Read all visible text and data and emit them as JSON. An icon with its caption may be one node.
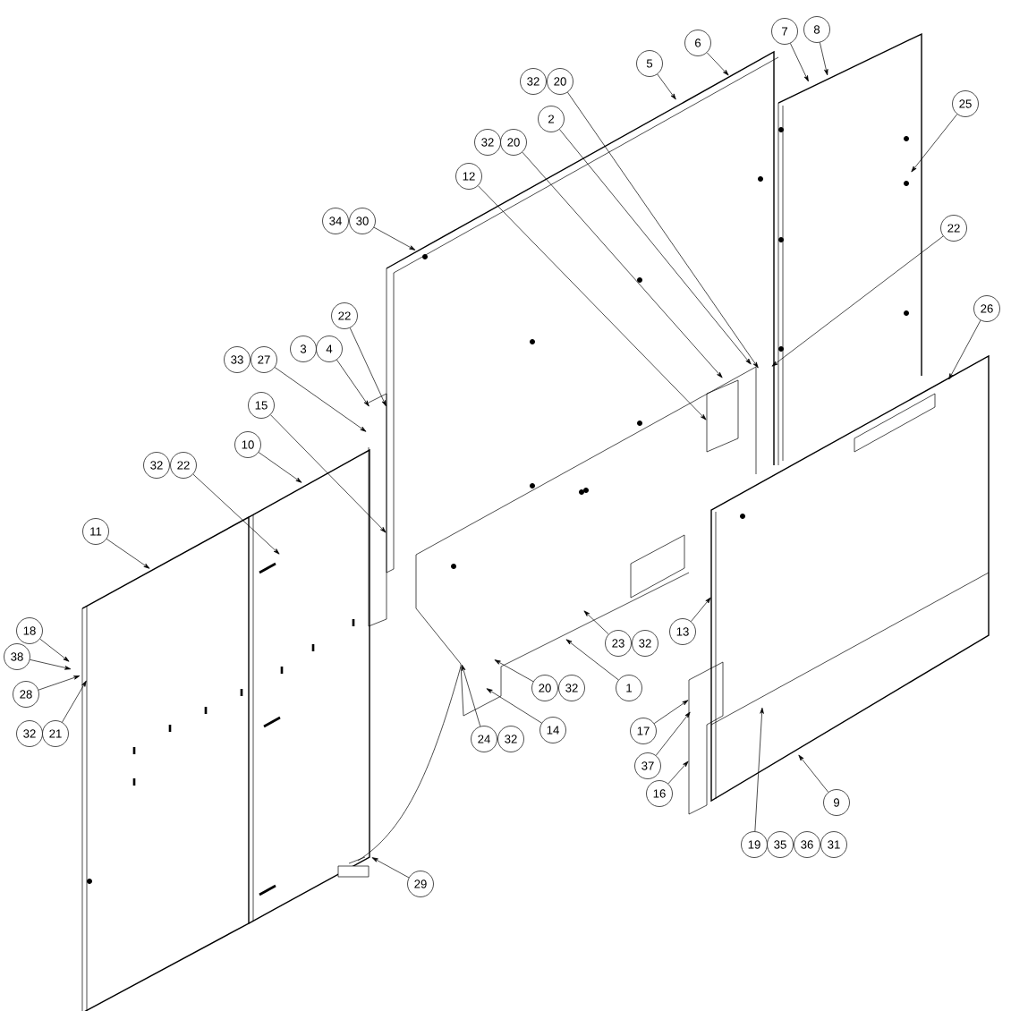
{
  "diagram": {
    "nodes": [
      {
        "text": [
          "8"
        ]
      },
      {
        "text": [
          "7"
        ]
      },
      {
        "text": [
          "6"
        ]
      },
      {
        "text": [
          "5"
        ]
      },
      {
        "text": [
          "32"
        ]
      },
      {
        "text": [
          "20"
        ]
      },
      {
        "text": [
          "25"
        ]
      },
      {
        "text": [
          "2"
        ]
      },
      {
        "text": [
          "32"
        ]
      },
      {
        "text": [
          "20"
        ]
      },
      {
        "text": [
          "12"
        ]
      },
      {
        "text": [
          "34"
        ]
      },
      {
        "text": [
          "30"
        ]
      },
      {
        "text": [
          "22"
        ]
      },
      {
        "text": [
          "26"
        ]
      },
      {
        "text": [
          "22"
        ]
      },
      {
        "text": [
          "3"
        ]
      },
      {
        "text": [
          "4"
        ]
      },
      {
        "text": [
          "33"
        ]
      },
      {
        "text": [
          "27"
        ]
      },
      {
        "text": [
          "15"
        ]
      },
      {
        "text": [
          "10"
        ]
      },
      {
        "text": [
          "32"
        ]
      },
      {
        "text": [
          "22"
        ]
      },
      {
        "text": [
          "11"
        ]
      },
      {
        "text": [
          "18"
        ]
      },
      {
        "text": [
          "38"
        ]
      },
      {
        "text": [
          "13"
        ]
      },
      {
        "text": [
          "28"
        ]
      },
      {
        "text": [
          "23"
        ]
      },
      {
        "text": [
          "32"
        ]
      },
      {
        "text": [
          "20"
        ]
      },
      {
        "text": [
          "32"
        ]
      },
      {
        "text": [
          "1"
        ]
      },
      {
        "text": [
          "32"
        ]
      },
      {
        "text": [
          "21"
        ]
      },
      {
        "text": [
          "24"
        ]
      },
      {
        "text": [
          "32"
        ]
      },
      {
        "text": [
          "14"
        ]
      },
      {
        "text": [
          "17"
        ]
      },
      {
        "text": [
          "37"
        ]
      },
      {
        "text": [
          "16"
        ]
      },
      {
        "text": [
          "9"
        ]
      },
      {
        "text": [
          "19"
        ]
      },
      {
        "text": [
          "35"
        ]
      },
      {
        "text": [
          "36"
        ]
      },
      {
        "text": [
          "31"
        ]
      },
      {
        "text": [
          "29"
        ]
      }
    ],
    "edges": [
      {
        "from": 0,
        "to": null,
        "arrow": "to"
      },
      {
        "from": 1,
        "to": null,
        "arrow": "to"
      },
      {
        "from": 2,
        "to": null,
        "arrow": "to"
      },
      {
        "from": 3,
        "to": null,
        "arrow": "to"
      },
      {
        "from": 5,
        "to": null,
        "arrow": "to"
      },
      {
        "from": 6,
        "to": null,
        "arrow": "to"
      },
      {
        "from": 7,
        "to": null,
        "arrow": "to"
      },
      {
        "from": 9,
        "to": null,
        "arrow": "to"
      },
      {
        "from": 10,
        "to": null,
        "arrow": "to"
      },
      {
        "from": 12,
        "to": null,
        "arrow": "to"
      },
      {
        "from": 13,
        "to": null,
        "arrow": "to"
      },
      {
        "from": 14,
        "to": null,
        "arrow": "to"
      },
      {
        "from": 15,
        "to": null,
        "arrow": "to"
      },
      {
        "from": 17,
        "to": null,
        "arrow": "to"
      },
      {
        "from": 19,
        "to": null,
        "arrow": "to"
      },
      {
        "from": 20,
        "to": null,
        "arrow": "to"
      },
      {
        "from": 21,
        "to": null,
        "arrow": "to"
      },
      {
        "from": 23,
        "to": null,
        "arrow": "to"
      },
      {
        "from": 24,
        "to": null,
        "arrow": "to"
      },
      {
        "from": 25,
        "to": null,
        "arrow": "to"
      },
      {
        "from": 26,
        "to": null,
        "arrow": "to"
      },
      {
        "from": 28,
        "to": null,
        "arrow": "to"
      },
      {
        "from": 35,
        "to": null,
        "arrow": "to"
      },
      {
        "from": 27,
        "to": null,
        "arrow": "to"
      },
      {
        "from": 29,
        "to": null,
        "arrow": "to"
      },
      {
        "from": 31,
        "to": null,
        "arrow": "to"
      },
      {
        "from": 33,
        "to": null,
        "arrow": "to"
      },
      {
        "from": 36,
        "to": null,
        "arrow": "to"
      },
      {
        "from": 38,
        "to": null,
        "arrow": "to"
      },
      {
        "from": 39,
        "to": null,
        "arrow": "to"
      },
      {
        "from": 40,
        "to": null,
        "arrow": "to"
      },
      {
        "from": 41,
        "to": null,
        "arrow": "to"
      },
      {
        "from": 42,
        "to": null,
        "arrow": "to"
      },
      {
        "from": 43,
        "to": null,
        "arrow": "to"
      },
      {
        "from": 47,
        "to": null,
        "arrow": "to"
      }
    ]
  }
}
